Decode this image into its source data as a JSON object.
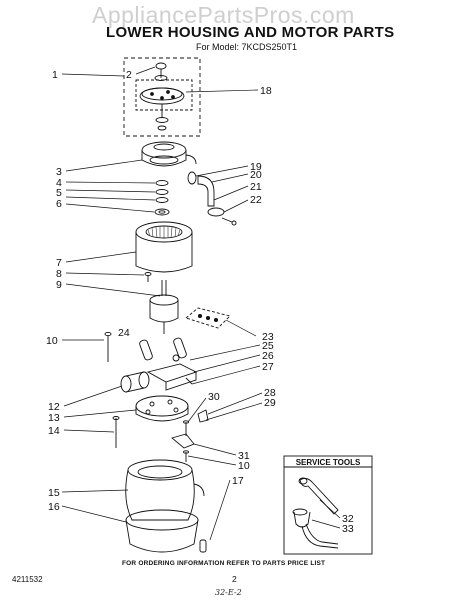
{
  "watermark": "AppliancePartsPros.com",
  "title": "LOWER HOUSING AND MOTOR PARTS",
  "model": "For Model: 7KCDS250T1",
  "callouts": {
    "c1": "1",
    "c2": "2",
    "c3": "3",
    "c4": "4",
    "c5": "5",
    "c6": "6",
    "c7": "7",
    "c8": "8",
    "c9": "9",
    "c10a": "10",
    "c10b": "10",
    "c12": "12",
    "c13": "13",
    "c14": "14",
    "c15": "15",
    "c16": "16",
    "c17": "17",
    "c18": "18",
    "c19": "19",
    "c20": "20",
    "c21": "21",
    "c22": "22",
    "c23": "23",
    "c24": "24",
    "c25": "25",
    "c26": "26",
    "c27": "27",
    "c28": "28",
    "c29": "29",
    "c30": "30",
    "c31": "31",
    "c32": "32",
    "c33": "33"
  },
  "service_tools_title": "SERVICE TOOLS",
  "footer": {
    "ordering_note": "FOR ORDERING INFORMATION REFER TO PARTS PRICE LIST",
    "doc_number": "4211532",
    "page_number": "2",
    "signature": "32-E-2"
  }
}
